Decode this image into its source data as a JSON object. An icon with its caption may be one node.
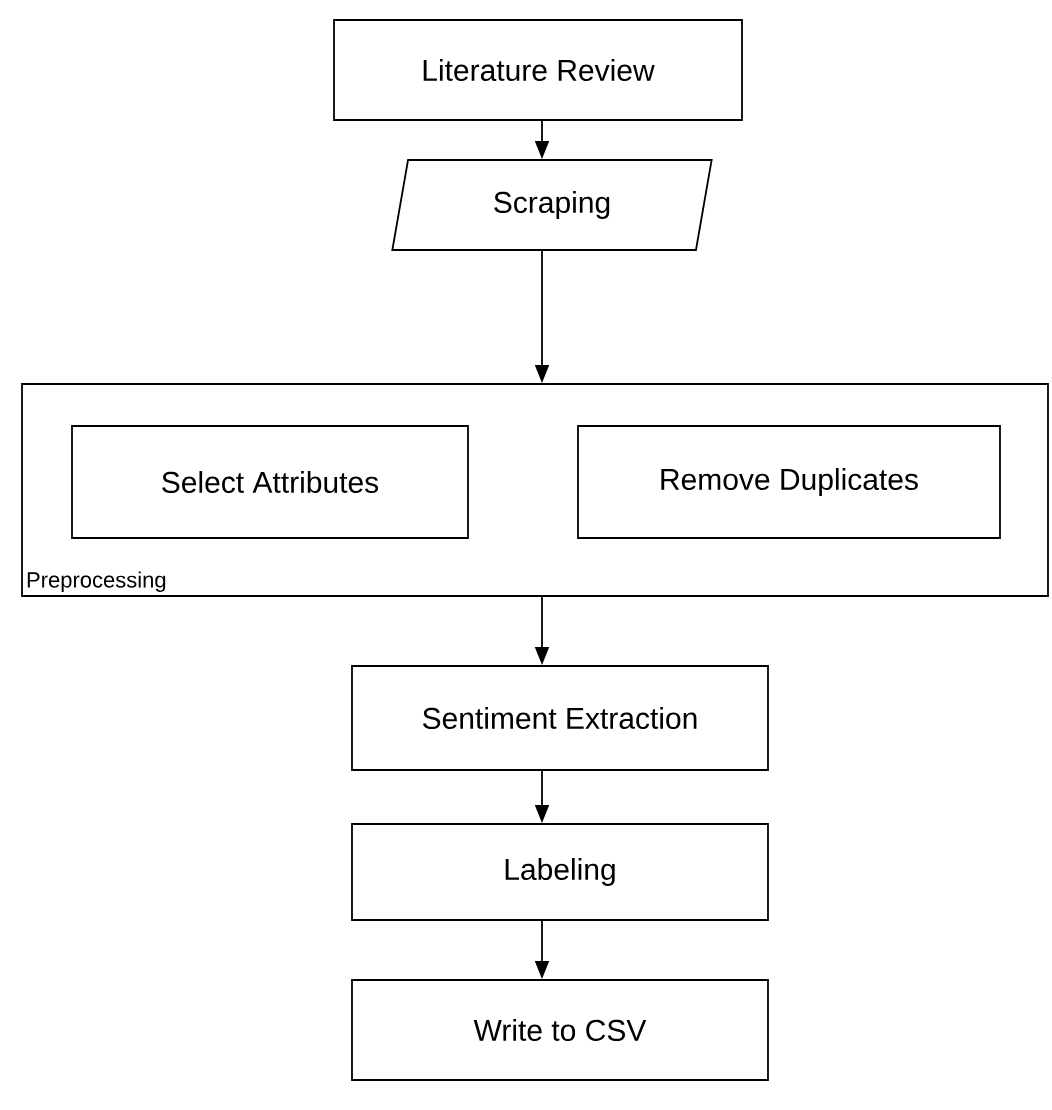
{
  "diagram": {
    "nodes": [
      {
        "text": [
          "Literature Review"
        ]
      },
      {
        "text": [
          "Scraping"
        ]
      },
      {
        "text": [
          "Preprocessing"
        ]
      },
      {
        "text": [
          "Select Attributes"
        ],
        "in": 2
      },
      {
        "text": [
          "Remove Duplicates"
        ],
        "in": 2
      },
      {
        "text": [
          "Sentiment Extraction"
        ]
      },
      {
        "text": [
          "Labeling"
        ]
      },
      {
        "text": [
          "Write to CSV"
        ]
      }
    ],
    "edges": [
      {
        "from": 0,
        "to": 1,
        "arrow": "to"
      },
      {
        "from": 1,
        "to": 2,
        "arrow": "to"
      },
      {
        "from": 2,
        "to": 5,
        "arrow": "to"
      },
      {
        "from": 5,
        "to": 6,
        "arrow": "to"
      },
      {
        "from": 6,
        "to": 7,
        "arrow": "to"
      }
    ]
  }
}
